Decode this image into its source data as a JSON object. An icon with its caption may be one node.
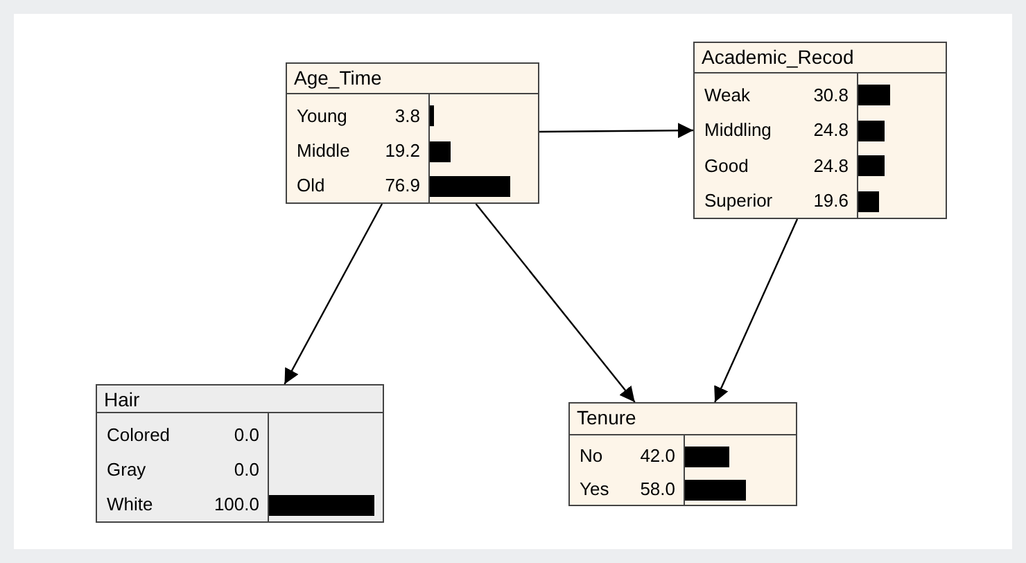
{
  "diagram": {
    "nodes": [
      {
        "text": [
          "Age_Time",
          "Young",
          "3.8",
          "Middle",
          "19.2",
          "Old",
          "76.9"
        ]
      },
      {
        "text": [
          "Academic_Recod",
          "Weak",
          "30.8",
          "Middling",
          "24.8",
          "Good",
          "24.8",
          "Superior",
          "19.6"
        ]
      },
      {
        "text": [
          "Hair",
          "Colored",
          "0.0",
          "Gray",
          "0.0",
          "White",
          "100.0"
        ]
      },
      {
        "text": [
          "Tenure",
          "No",
          "42.0",
          "Yes",
          "58.0"
        ]
      }
    ],
    "edges": [
      {
        "from": 0,
        "to": 1,
        "arrow": "to"
      },
      {
        "from": 0,
        "to": 2,
        "arrow": "to"
      },
      {
        "from": 0,
        "to": 3,
        "arrow": "to"
      },
      {
        "from": 1,
        "to": 3,
        "arrow": "to"
      }
    ]
  }
}
